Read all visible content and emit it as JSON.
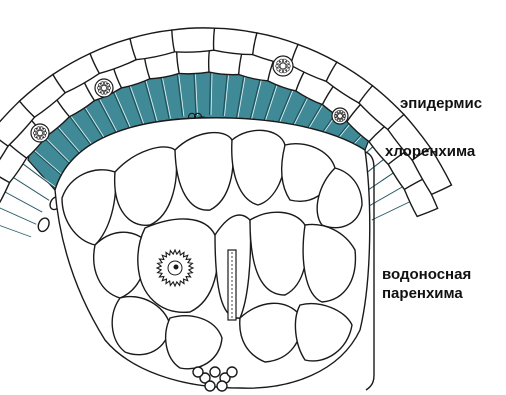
{
  "labels": {
    "epidermis": "эпидермис",
    "chlorenchyma": "хлоренхима",
    "water_parenchyma_line1": "водоносная",
    "water_parenchyma_line2": "паренхима"
  },
  "colors": {
    "chlorenchyma": "#3f8a96",
    "chlorenchyma_dark": "#1f4f58",
    "outline": "#1a1a1a"
  }
}
